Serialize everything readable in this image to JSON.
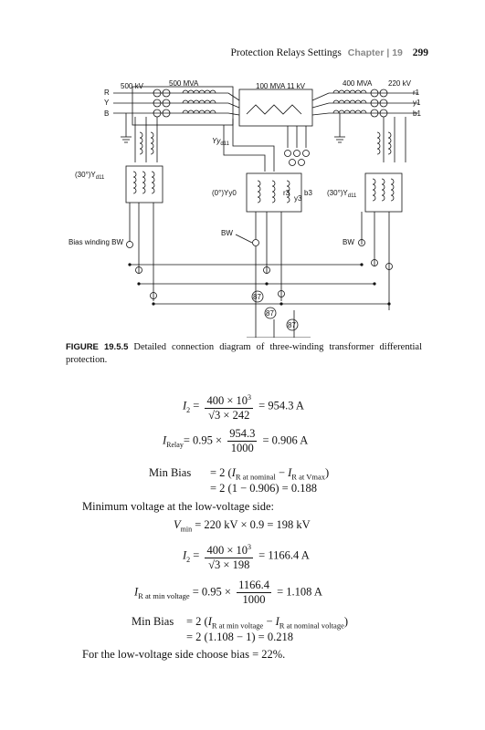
{
  "header": {
    "title": "Protection Relays Settings",
    "chapter": "Chapter | 19",
    "page": "299"
  },
  "diagram": {
    "rating_hv_kv": "500 kV",
    "rating_hv_mva": "500 MVA",
    "rating_mid": "100 MVA 11 kV",
    "rating_lv_mva": "400 MVA",
    "rating_lv_kv": "220 kV",
    "phase_r": "R",
    "phase_y": "Y",
    "phase_b": "B",
    "phase_r1": "r1",
    "phase_y1": "y1",
    "phase_b1": "b1",
    "vec_yyd11": "Yy",
    "vec_yyd11_sub": "d11",
    "ct_left": "(30°)Y",
    "ct_left_sub": "d11",
    "ct_mid": "(0°)Yy0",
    "ct_right": "(30°)Y",
    "ct_right_sub": "d11",
    "r3": "r3",
    "y3": "y3",
    "b3": "b3",
    "bw_mid": "BW",
    "bw_right": "BW",
    "bias_label": "Bias winding BW",
    "relay_1": "87",
    "relay_2": "87",
    "relay_3": "87"
  },
  "caption": {
    "figure": "FIGURE 19.5.5",
    "text": "Detailed connection diagram of three-winding transformer differential protection."
  },
  "eq1": {
    "lhs": "I",
    "lhs_sub": "2",
    "num": "400 × 10",
    "num_sup": "3",
    "den": "√3 × 242",
    "rhs": "= 954.3 A"
  },
  "eq2": {
    "lhs": "I",
    "lhs_sub": "Relay",
    "mid": "= 0.95 ×",
    "num": "954.3",
    "den": "1000",
    "rhs": "= 0.906 A"
  },
  "eq3": {
    "label": "Min Bias",
    "line1_a": "= 2 (",
    "r1": "I",
    "r1_sub": "R at nominal",
    "minus": " − ",
    "r2": "I",
    "r2_sub": "R at Vmax",
    "close": ")",
    "line2": "= 2 (1 − 0.906) = 0.188"
  },
  "text1": "Minimum voltage at the low-voltage side:",
  "eq4": {
    "lhs": "V",
    "lhs_sub": "min",
    "rhs": "= 220 kV × 0.9 = 198 kV"
  },
  "eq5": {
    "lhs": "I",
    "lhs_sub": "2",
    "num": "400 × 10",
    "num_sup": "3",
    "den": "√3 × 198",
    "rhs": "= 1166.4 A"
  },
  "eq6": {
    "lhs": "I",
    "lhs_sub": "R at min voltage",
    "mid": "= 0.95 ×",
    "num": "1166.4",
    "den": "1000",
    "rhs": "= 1.108 A"
  },
  "eq7": {
    "label": "Min Bias",
    "line1_a": "= 2 (",
    "r1": "I",
    "r1_sub": "R at min voltage",
    "minus": " − ",
    "r2": "I",
    "r2_sub": "R at nominal voltage",
    "close": ")",
    "line2": "= 2 (1.108 − 1) = 0.218"
  },
  "text2": "For the low-voltage side choose bias = 22%."
}
